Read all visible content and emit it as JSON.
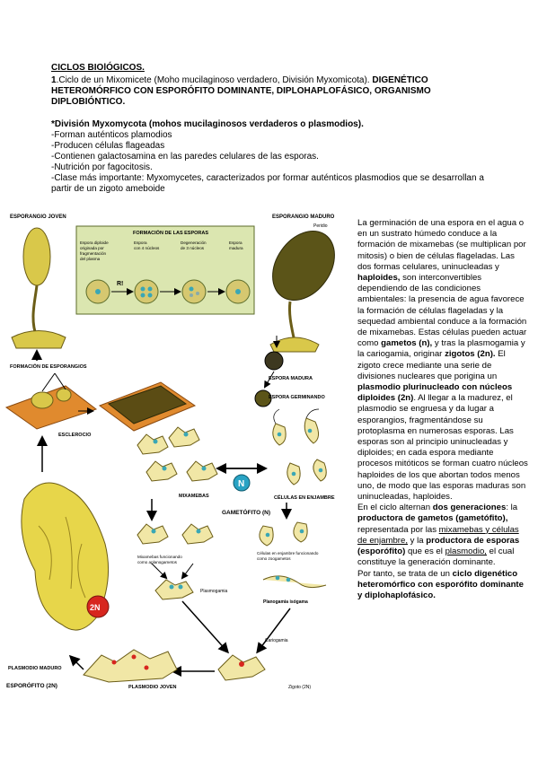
{
  "header": {
    "title": "CICLOS BIOlÓGICOS.",
    "intro_num": "1",
    "intro_plain": ".Ciclo de un Mixomicete (Moho mucilaginoso verdadero, División Myxomicota). ",
    "intro_bold": "DIGENÉTICO HETEROMÓRFICO CON ESPORÓFITO DOMINANTE, DIPLOHAPLOFÁSICO, ORGANISMO DIPLOBIÓNTICO."
  },
  "division": {
    "heading": "*División Myxomycota (mohos mucilaginosos verdaderos o plasmodios).",
    "items": [
      "-Forman auténticos plamodios",
      "-Producen células flageadas",
      "-Contienen galactosamina en las paredes celulares de las esporas.",
      "-Nutrición por fagocitosis.",
      "-Clase más importante: Myxomycetes, caracterizados por formar auténticos plasmodios que se desarrollan a partir de un zigoto ameboide"
    ]
  },
  "diagram": {
    "labels": {
      "esporangio_joven": "ESPORANGIO JOVEN",
      "formacion_esporas": "FORMACIÓN DE LAS ESPORAS",
      "espora_diploide": "Espora diploide originada por fragmentación del plasma",
      "espora_4": "Espora con 4 núcleos",
      "degeneracion": "Degeneración de 3 núcleos",
      "espora_madura_small": "Espora madura",
      "r": "R!",
      "esporangio_maduro": "ESPORANGIO MADURO",
      "peridio": "Peridio",
      "formacion_esporangios": "FORMACIÓN DE ESPORANGIOS",
      "esclerocio": "ESCLEROCIO",
      "espora_madura": "ESPORA MADURA",
      "espora_germinando": "ESPORA GERMINANDO",
      "mixamebas": "MIXAMEBAS",
      "celulas_enjambre": "CÉLULAS EN ENJAMBRE",
      "n": "N",
      "gametofito": "GAMETÓFITO (N)",
      "mix_aplanogametos": "Mixamebas funcionando como aplanogametos",
      "cel_zoogametos": "Células en enjambre funcionando como zoogametos",
      "plasmogamia": "Plasmogamia",
      "planogamia": "Planogamia isógama",
      "cariogamia": "Cariogamia",
      "dos_n": "2N",
      "plasmodio_maduro": "PLASMODIO MADURO",
      "esporofito": "ESPORÓFITO (2N)",
      "plasmodio_joven": "PLASMODIO JOVEN",
      "zigoto": "Zigoto (2N)"
    },
    "colors": {
      "spore_bg": "#dbe6b0",
      "sporangium": "#d9c84a",
      "substrate": "#e08a2e",
      "cell": "#f1e7a6",
      "nucleus": "#3aa7b5",
      "n_badge": "#29a3c4",
      "two_n_badge": "#d7261e"
    }
  },
  "paragraphs": {
    "p1": [
      {
        "t": "La germinación de una espora en el agua o en un sustrato húmedo conduce a la formación de mixamebas (se multiplican por mitosis) o bien de células flageladas. Las dos formas celulares, uninucleadas y ",
        "b": false
      },
      {
        "t": "haploides,",
        "b": true
      },
      {
        "t": " son interconvertibles dependiendo de las condiciones ambientales: la presencia de agua favorece la formación de células flageladas y la sequedad ambiental conduce a la formación de mixamebas. Estas células pueden actuar como ",
        "b": false
      },
      {
        "t": "gametos (n),",
        "b": true
      },
      {
        "t": " y tras la plasmogamia y la cariogamia, originar ",
        "b": false
      },
      {
        "t": "zigotos (2n).",
        "b": true
      },
      {
        "t": " El zigoto crece mediante una serie de divisiones nucleares que porigina un ",
        "b": false
      },
      {
        "t": "plasmodio plurinucleado con núcleos diploides (2n)",
        "b": true
      },
      {
        "t": ". Al llegar a la madurez, el plasmodio se engruesa y da lugar a esporangios, fragmentándose su protoplasma en numerosas esporas. Las esporas son al principio uninucleadas y diploides; en cada espora mediante procesos mitóticos se forman cuatro núcleos haploides de los que abortan todos menos uno, de modo que las esporas maduras son uninucleadas, haploides.",
        "b": false
      }
    ],
    "p2": [
      {
        "t": "  En el ciclo alternan ",
        "b": false,
        "u": false
      },
      {
        "t": "dos generaciones",
        "b": true,
        "u": false
      },
      {
        "t": ": la ",
        "b": false,
        "u": false
      },
      {
        "t": "productora de gametos (gametófito),",
        "b": true,
        "u": false
      },
      {
        "t": " representada por las ",
        "b": false,
        "u": false
      },
      {
        "t": "mixamebas y células de enjambre,",
        "b": false,
        "u": true
      },
      {
        "t": " y la ",
        "b": false,
        "u": false
      },
      {
        "t": "productora de esporas (esporófito)",
        "b": true,
        "u": false
      },
      {
        "t": " que es el ",
        "b": false,
        "u": false
      },
      {
        "t": "plasmodio,",
        "b": false,
        "u": true
      },
      {
        "t": " el cual constituye la generación dominante.",
        "b": false,
        "u": false
      }
    ],
    "p3": [
      {
        "t": "    Por tanto, se trata de un ",
        "b": false
      },
      {
        "t": "ciclo digenético heteromórfico con esporófito dominante y diplohaplofásico.",
        "b": true
      }
    ]
  }
}
